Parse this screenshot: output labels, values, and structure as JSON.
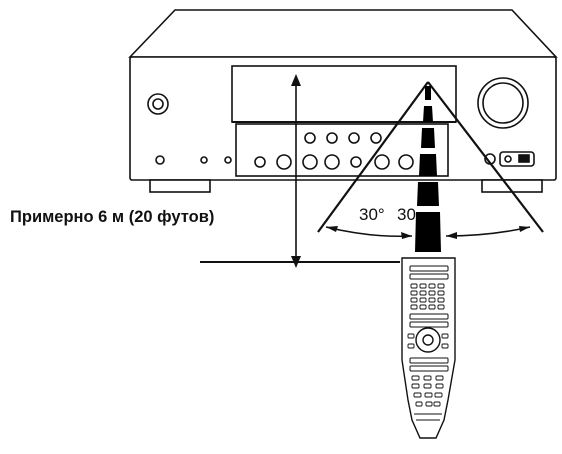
{
  "diagram": {
    "distance_label": "Примерно 6 м (20 футов)",
    "angle_left": "30°",
    "angle_right": "30"
  },
  "colors": {
    "line": "#111111",
    "fill": "#ffffff",
    "signal": "#000000"
  },
  "icons": {
    "receiver": "av-receiver",
    "remote": "remote-control"
  }
}
